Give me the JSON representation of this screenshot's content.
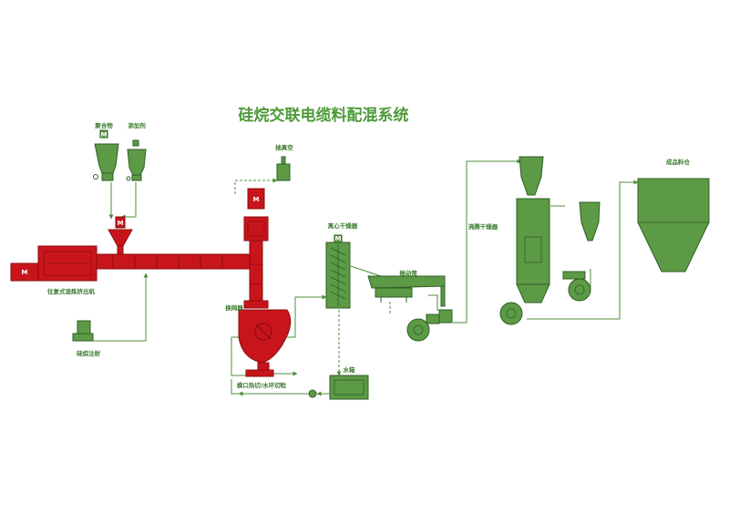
{
  "title": "硅烷交联电缆料配混系统",
  "labels": {
    "hopper1": "聚合物",
    "hopper2": "添加剂",
    "exhaust": "抽真空",
    "extruder": "往复式混炼挤出机",
    "silane": "硅烷注射",
    "diverter": "换网器",
    "pelletizer": "模口热切/水环切粒",
    "water_tank": "水箱",
    "dryer": "离心干燥器",
    "screen": "振动筛",
    "fluid_dryer": "沸腾干燥器",
    "silo": "成品料仓"
  },
  "motor_symbol": "M",
  "colors": {
    "red": "#c8151b",
    "red_dark": "#8f0c0f",
    "green": "#5c9a45",
    "green_dark": "#2f5f26",
    "line": "#4f8c3c",
    "title": "#4e9a3a"
  }
}
